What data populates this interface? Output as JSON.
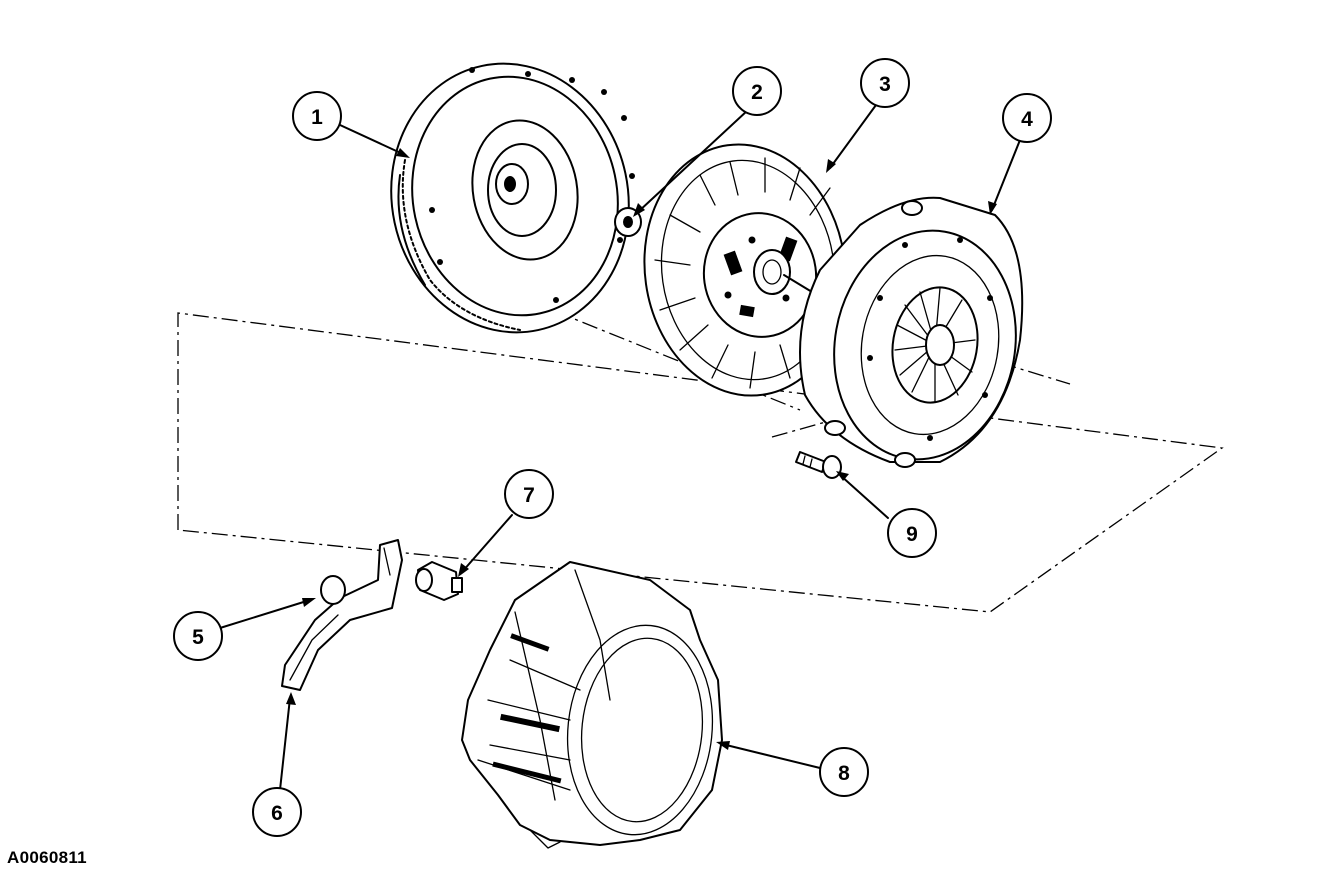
{
  "figure": {
    "id_label": "A0060811"
  },
  "callouts": [
    {
      "number": "1",
      "part_icon": "flywheel"
    },
    {
      "number": "2",
      "part_icon": "pilot-bearing"
    },
    {
      "number": "3",
      "part_icon": "clutch-disc"
    },
    {
      "number": "4",
      "part_icon": "pressure-plate"
    },
    {
      "number": "5",
      "part_icon": "pivot-ball"
    },
    {
      "number": "6",
      "part_icon": "release-lever"
    },
    {
      "number": "7",
      "part_icon": "release-bearing"
    },
    {
      "number": "8",
      "part_icon": "clutch-housing"
    },
    {
      "number": "9",
      "part_icon": "bolt"
    }
  ]
}
